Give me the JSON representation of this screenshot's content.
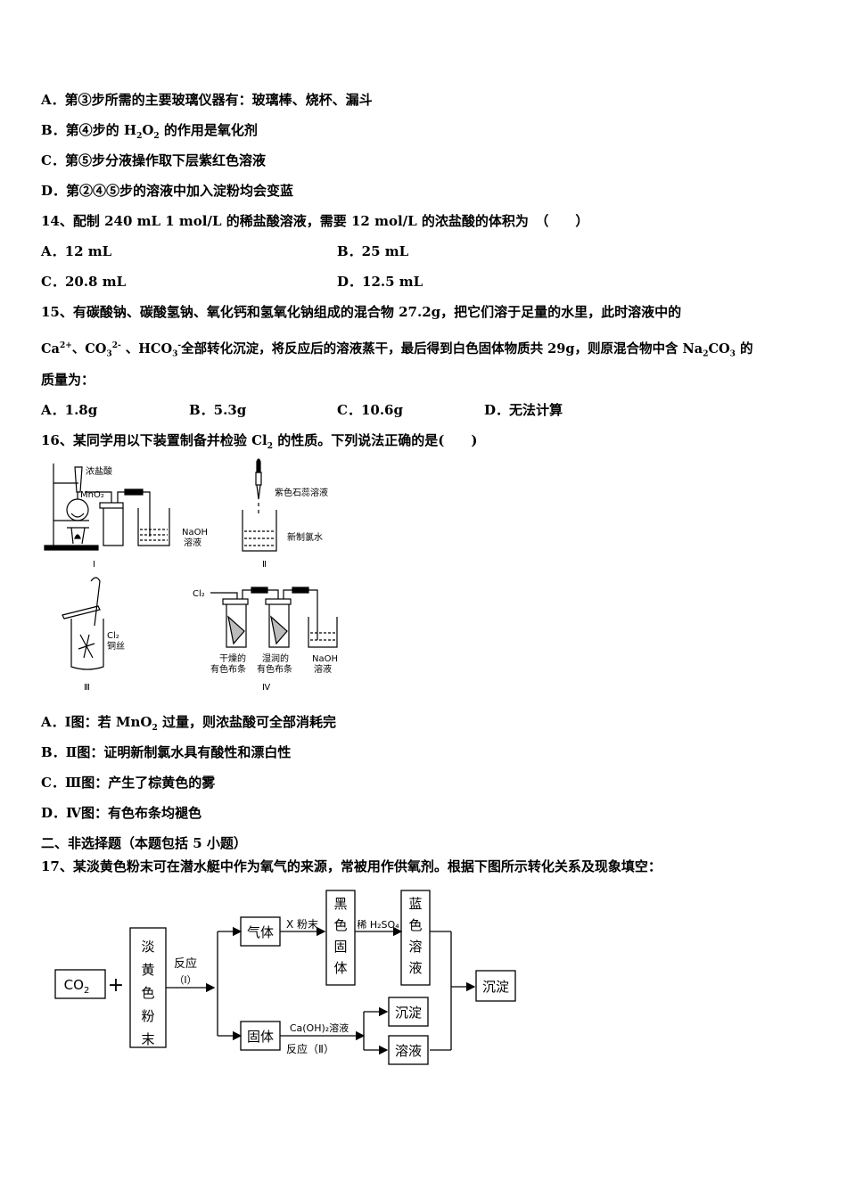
{
  "q13": {
    "a": "A．第③步所需的主要玻璃仪器有：玻璃棒、烧杯、漏斗",
    "b_pre": "B．第④步的 H",
    "b_sub1": "2",
    "b_mid": "O",
    "b_sub2": "2",
    "b_post": " 的作用是氧化剂",
    "c": "C．第⑤步分液操作取下层紫红色溶液",
    "d": "D．第②④⑤步的溶液中加入淀粉均会变蓝"
  },
  "q14": {
    "stem": "14、配制 240 mL 1 mol/L 的稀盐酸溶液，需要 12 mol/L 的浓盐酸的体积为　（　　）",
    "a": "A．12 mL",
    "b": "B．25 mL",
    "c": "C．20.8 mL",
    "d": "D．12.5 mL"
  },
  "q15": {
    "stem1": "15、有碳酸钠、碳酸氢钠、氧化钙和氢氧化钠组成的混合物 27.2g，把它们溶于足量的水里，此时溶液中的",
    "ca": "Ca",
    "ca_sup": "2+",
    "co3": "、CO",
    "co3_sub": "3",
    "co3_sup": "2-",
    "hco3": " 、HCO",
    "hco3_sub": "3",
    "hco3_sup": "-",
    "stem2_rest": "全部转化沉淀，将反应后的溶液蒸干，最后得到白色固体物质共 29g，则原混合物中含 Na",
    "na_sub": "2",
    "co": "CO",
    "co_sub": "3",
    "de": " 的",
    "stem3": "质量为：",
    "a": "A．1.8g",
    "b": "B．5.3g",
    "c": "C．10.6g",
    "d": "D．无法计算"
  },
  "q16": {
    "stem_pre": "16、某同学用以下装置制备并检验 Cl",
    "stem_sub": "2",
    "stem_post": " 的性质。下列说法正确的是(　　)",
    "fig1_labels": [
      "浓盐酸",
      "MnO₂",
      "NaOH",
      "溶液",
      "Ⅰ"
    ],
    "fig2_labels": [
      "紫色石蕊溶液",
      "新制氯水",
      "Ⅱ"
    ],
    "fig3_labels": [
      "Cl₂",
      "铜丝",
      "Ⅲ"
    ],
    "fig4_labels": [
      "Cl₂",
      "干燥的",
      "有色布条",
      "湿润的",
      "有色布条",
      "NaOH",
      "溶液",
      "Ⅳ"
    ],
    "a_pre": "A．Ⅰ图：若 MnO",
    "a_sub": "2",
    "a_post": " 过量，则浓盐酸可全部消耗完",
    "b": "B．Ⅱ图：证明新制氯水具有酸性和漂白性",
    "c": "C．Ⅲ图：产生了棕黄色的雾",
    "d": "D．Ⅳ图：有色布条均褪色"
  },
  "section2": "二、非选择题（本题包括 5 小题）",
  "q17": {
    "stem": "17、某淡黄色粉末可在潜水艇中作为氧气的来源，常被用作供氧剂。根据下图所示转化关系及现象填空：",
    "co2": "CO",
    "co2_sub": "2",
    "plus": "+",
    "powder": [
      "淡",
      "黄",
      "色",
      "粉",
      "末"
    ],
    "reaction1": "反应",
    "reaction1_num": "（Ⅰ）",
    "gas": "气体",
    "x_powder": "X 粉末",
    "black_solid": [
      "黑",
      "色",
      "固",
      "体"
    ],
    "dilute_h2so4": "稀 H₂SO₄",
    "blue_solution": [
      "蓝",
      "色",
      "溶",
      "液"
    ],
    "precipitate_final": "沉淀",
    "solid": "固体",
    "caoh2": "Ca(OH)₂溶液",
    "reaction2": "反应（Ⅱ）",
    "precipitate": "沉淀",
    "solution": "溶液"
  }
}
